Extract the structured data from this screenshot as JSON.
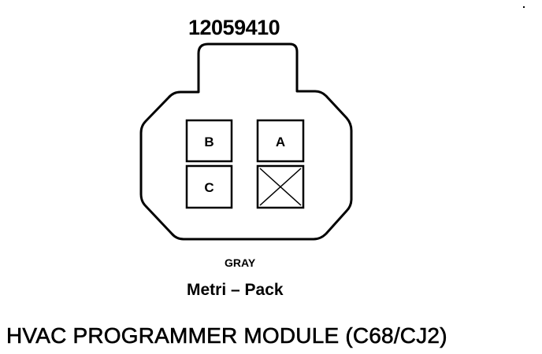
{
  "part_number": "12059410",
  "connector": {
    "color": "GRAY",
    "series": "Metri – Pack",
    "cavities": [
      {
        "id": "B",
        "label": "B",
        "empty": false
      },
      {
        "id": "A",
        "label": "A",
        "empty": false
      },
      {
        "id": "C",
        "label": "C",
        "empty": false
      },
      {
        "id": "blank",
        "label": "",
        "empty": true
      }
    ]
  },
  "title": "HVAC PROGRAMMER MODULE (C68/CJ2)"
}
